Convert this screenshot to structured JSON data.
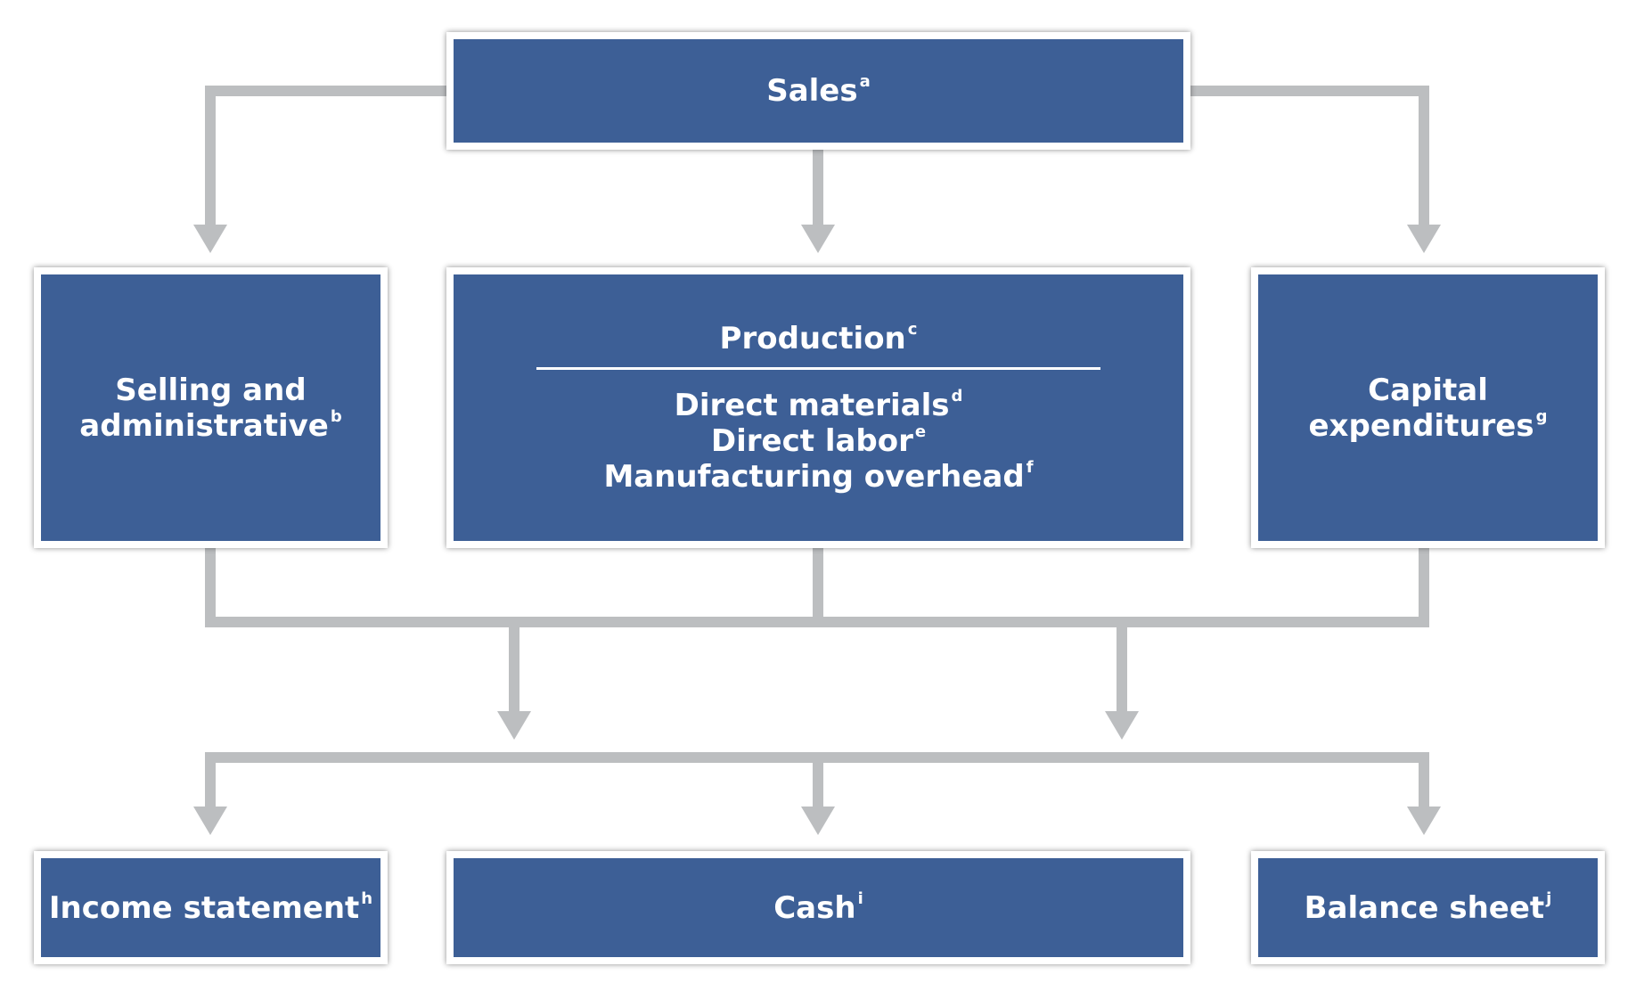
{
  "colors": {
    "box_fill": "#3d5f96",
    "box_border": "#ffffff",
    "connector": "#bcbec0",
    "text": "#ffffff"
  },
  "nodes": {
    "sales": {
      "label": "Sales",
      "note": "a"
    },
    "selling": {
      "label_line1": "Selling and",
      "label_line2": "administrative",
      "note": "b"
    },
    "production": {
      "title": "Production",
      "title_note": "c",
      "items": [
        {
          "label": "Direct materials",
          "note": "d"
        },
        {
          "label": "Direct labor",
          "note": "e"
        },
        {
          "label": "Manufacturing overhead",
          "note": "f"
        }
      ]
    },
    "capital": {
      "label_line1": "Capital",
      "label_line2": "expenditures",
      "note": "g"
    },
    "income": {
      "label": "Income statement",
      "note": "h"
    },
    "cash": {
      "label": "Cash",
      "note": "i"
    },
    "balance": {
      "label": "Balance sheet",
      "note": "j"
    }
  }
}
